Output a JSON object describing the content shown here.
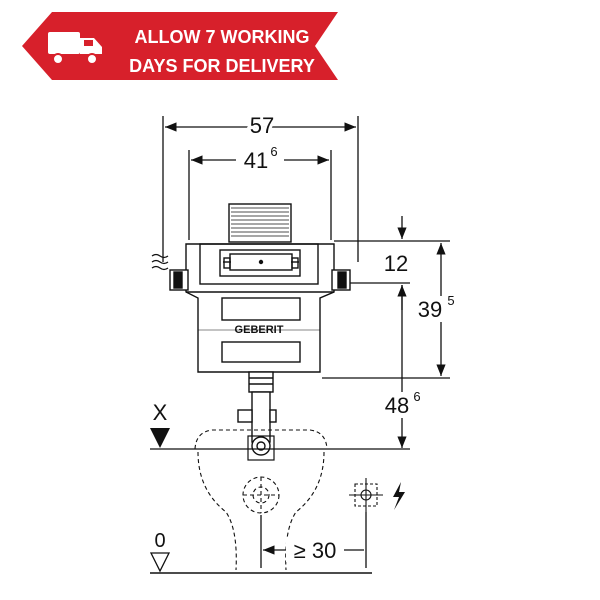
{
  "banner": {
    "line1": "ALLOW 7 WORKING",
    "line2": "DAYS FOR DELIVERY",
    "icon": "delivery-truck-icon",
    "color": "#d7202b"
  },
  "drawing": {
    "brand_label": "GEBERIT",
    "dimensions": {
      "overall_width": "57",
      "inner_width_main": "41",
      "inner_width_sup": "6",
      "top_offset": "12",
      "height_main": "39",
      "height_sup": "5",
      "lower_main": "48",
      "lower_sup": "6",
      "min_side": "≥ 30",
      "x_mark": "X",
      "zero_mark": "0"
    },
    "icons": [
      "water-inlet-icon",
      "electrical-outlet-icon",
      "lightning-icon"
    ]
  }
}
